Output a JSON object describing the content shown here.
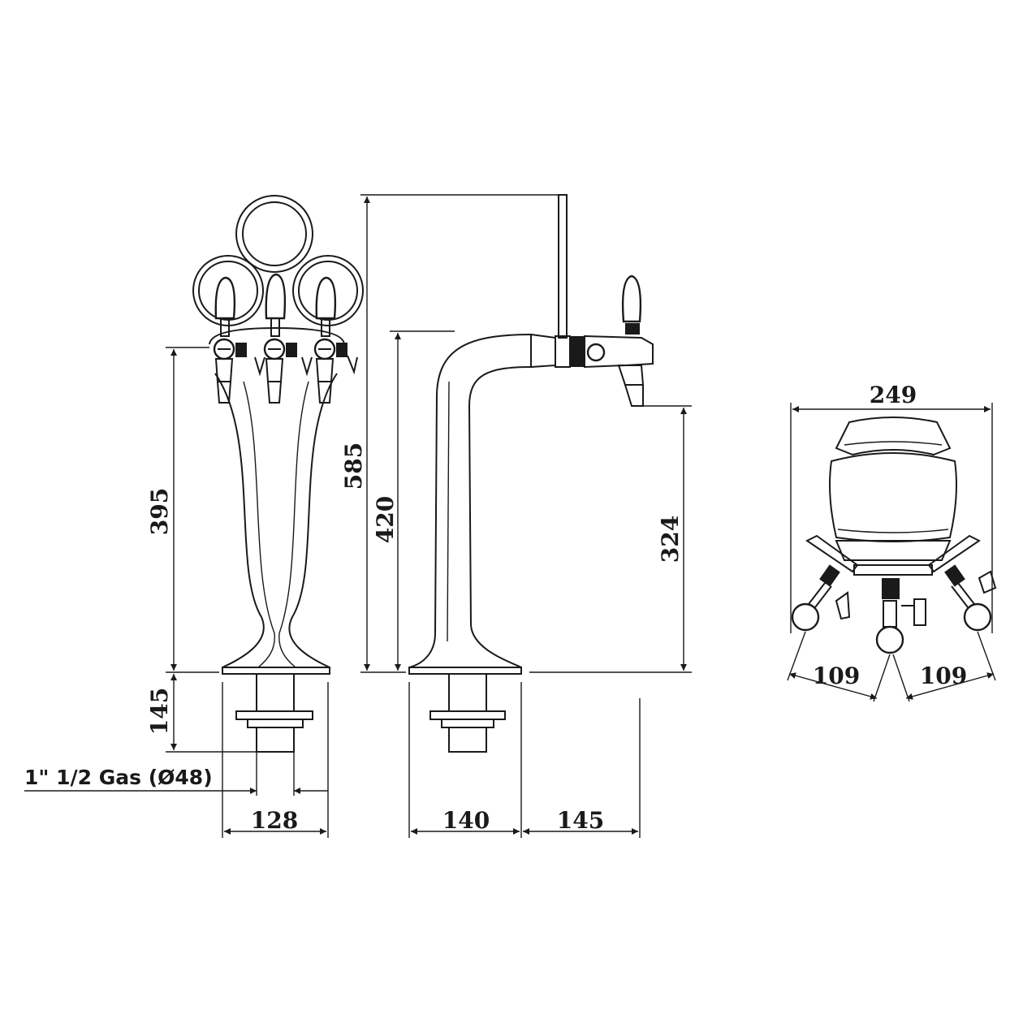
{
  "dimensions": {
    "front_height": "395",
    "front_shank": "145",
    "front_width": "128",
    "total_height": "585",
    "body_height": "420",
    "spout_height": "324",
    "base_depth": "140",
    "reach": "145",
    "top_width": "249",
    "tap_spacing_left": "109",
    "tap_spacing_right": "109"
  },
  "labels": {
    "thread": "1\" 1/2 Gas (Ø48)"
  }
}
